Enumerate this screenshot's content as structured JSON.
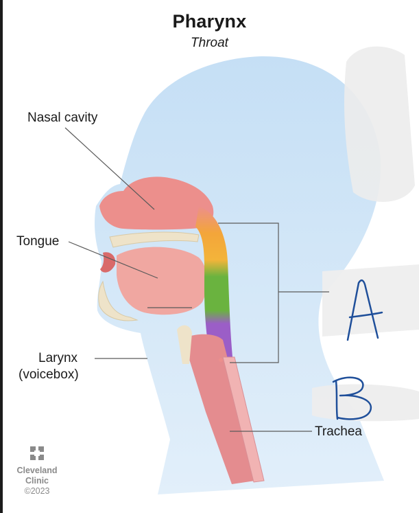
{
  "header": {
    "title": "Pharynx",
    "subtitle": "Throat"
  },
  "labels": {
    "nasal_cavity": "Nasal cavity",
    "tongue": "Tongue",
    "larynx_line1": "Larynx",
    "larynx_line2": "(voicebox)",
    "trachea": "Trachea"
  },
  "handwritten": {
    "a": "A",
    "b": "B"
  },
  "logo": {
    "line1": "Cleveland",
    "line2": "Clinic",
    "copyright": "©2023"
  },
  "colors": {
    "skin": "#c5dff5",
    "tissue_pink": "#ec8f8c",
    "nasopharynx": "#f3a53a",
    "oropharynx": "#6ab33f",
    "laryngopharynx": "#9b5ec7",
    "bone": "#eee3c9",
    "handwriting": "#1f4f9a"
  }
}
